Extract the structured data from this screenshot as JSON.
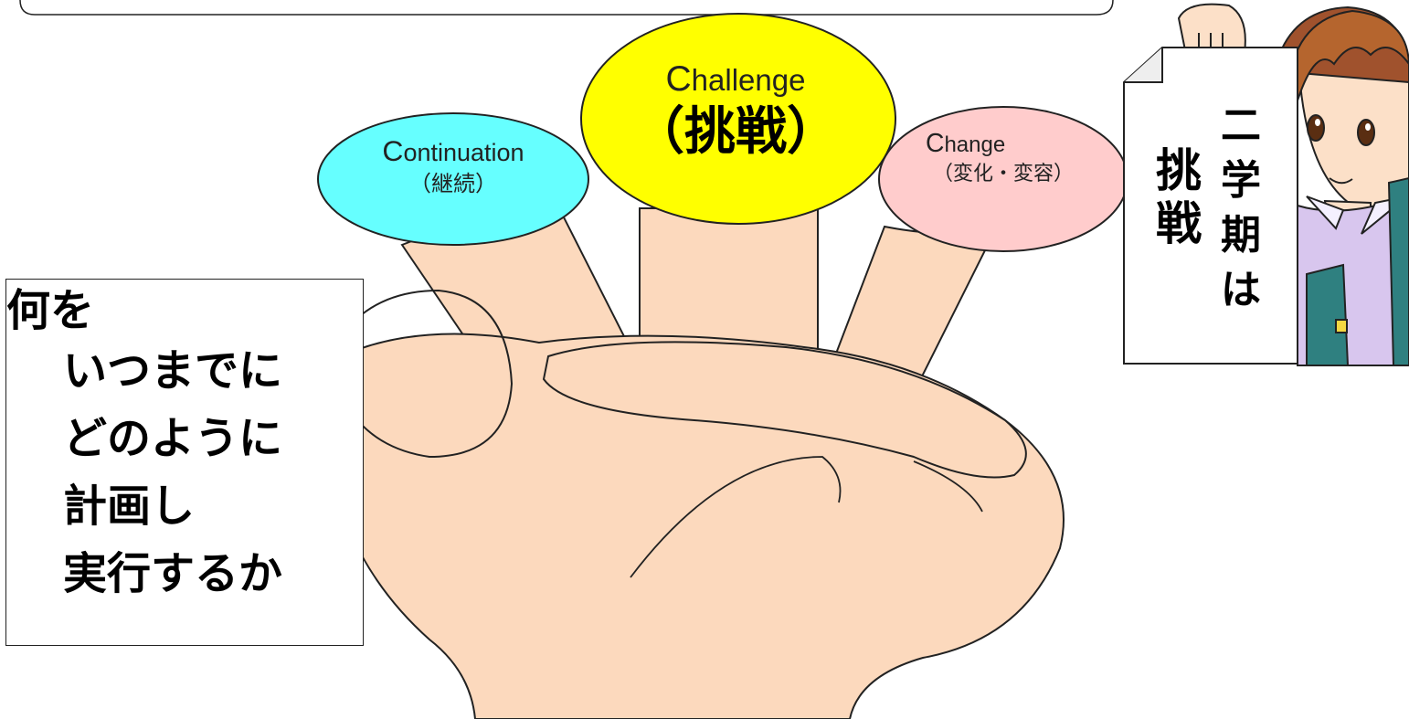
{
  "bubbles": {
    "continuation": {
      "cap": "C",
      "rest": "ontinuation",
      "sub": "（継続）",
      "color": "#66ffff"
    },
    "challenge": {
      "cap": "C",
      "rest": "hallenge",
      "sub": "（挑戦）",
      "color": "#ffff00"
    },
    "change": {
      "cap": "C",
      "rest": "hange",
      "sub": "（変化・変容）",
      "color": "#ffcccc"
    }
  },
  "question_lines": [
    "何を",
    "いつまでに",
    "どのように",
    "計画し",
    "実行するか"
  ],
  "sign": {
    "col1": [
      "挑",
      "戦"
    ],
    "col2": [
      "二",
      "学",
      "期",
      "は"
    ]
  },
  "colors": {
    "skin": "#fcd9bd",
    "outline": "#222222"
  }
}
